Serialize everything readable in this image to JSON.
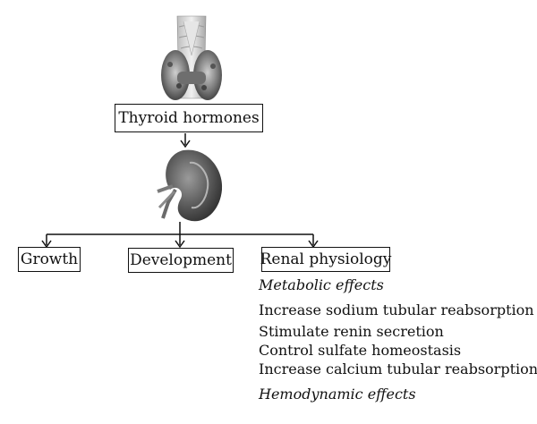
{
  "nodes": {
    "thyroid_hormones": "Thyroid hormones",
    "growth": "Growth",
    "development": "Development",
    "renal_physiology": "Renal physiology"
  },
  "metabolic": {
    "heading": "Metabolic effects",
    "items": [
      "Increase sodium tubular reabsorption",
      "Stimulate renin secretion",
      "Control sulfate homeostasis",
      "Increase calcium tubular reabsorption"
    ]
  },
  "hemodynamic": {
    "heading": "Hemodynamic effects"
  },
  "icons": {
    "thyroid": "thyroid-gland-illustration",
    "kidney": "kidney-illustration"
  }
}
